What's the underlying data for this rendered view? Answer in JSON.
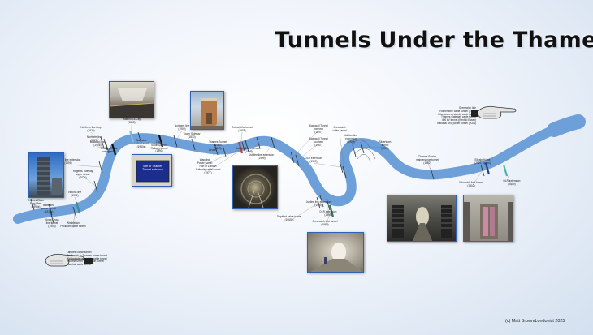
{
  "title": "Tunnels Under the Thames",
  "credit": "(c) Matt Brown/Londonist 2025",
  "colors": {
    "river": "#6d9fd9",
    "riverEdge": "#5a8fcc",
    "photoBorder": "#2f63b2",
    "title": "#111111"
  },
  "notes": {
    "right": "Greenwich line\nRotherhithe cable tunnel (1926)\nSilvertown electricity cable tunnel\nThames Gateway cable tunnel\n400 kV tunnel (Kent to Essex)\nNational Grid power tunnel (2024)",
    "left": "Lambeth cable tunnel\nSouthwark to Thames power tunnel\nWestminster electricity cable tunnel\nHammersmith water main tunnel\nVauxhall cable tunnel"
  },
  "tunnels": [
    {
      "name": "Thames Water\nRing Main",
      "year": "(1990s)"
    },
    {
      "name": "Battersea\npower tunnel",
      "year": "(1930s)"
    },
    {
      "name": "Kings Cross\nline tunnel",
      "year": "(1903)"
    },
    {
      "name": "Wimbledon\nPeckham cable tunnel",
      "year": ""
    },
    {
      "name": "Victoria line",
      "year": "(1971)"
    },
    {
      "name": "Regents Tideway\nsuper sewer",
      "year": "(2024)"
    },
    {
      "name": "Jubilee line extension",
      "year": "(1999)"
    },
    {
      "name": "Northern line loop",
      "year": "(1926)"
    },
    {
      "name": "Northern line",
      "year": "(1926)"
    },
    {
      "name": "Bakerloo line",
      "year": "(1906)"
    },
    {
      "name": "Charing Cross\ncable tunnel",
      "year": ""
    },
    {
      "name": "Waterloo & City",
      "year": "(1898)"
    },
    {
      "name": "Bankside\ncable tunnel",
      "year": "(1960s)"
    },
    {
      "name": "City &\nSouth London\nRailway tunnel",
      "year": "(1890)"
    },
    {
      "name": "Northern line",
      "year": "(1900)"
    },
    {
      "name": "Tower Subway",
      "year": "(1870)"
    },
    {
      "name": "Thames Tunnel\nBrunel",
      "year": "(1843)"
    },
    {
      "name": "Rotherhithe tunnel",
      "year": "(1908)"
    },
    {
      "name": "Brunel",
      "year": ""
    },
    {
      "name": "Jubilee line extension",
      "year": "(1999)"
    },
    {
      "name": "Wapping\nPower tunnel",
      "year": ""
    },
    {
      "name": "Port of London\nAuthority cable tunnel",
      "year": "(1977)"
    },
    {
      "name": "Jubilee line extension",
      "year": "(1999)"
    },
    {
      "name": "Blackwall Tunnel\nnorthern",
      "year": "(1897)"
    },
    {
      "name": "Blackwall Tunnel\nsouthern",
      "year": "(1967)"
    },
    {
      "name": "Greenwich\ncable tunnel",
      "year": ""
    },
    {
      "name": "DLR extension",
      "year": "(1999)"
    },
    {
      "name": "Jubilee line extension",
      "year": "(1999)"
    },
    {
      "name": "Deptford cable tunnel",
      "year": "(1960s)"
    },
    {
      "name": "DLR extension",
      "year": "(1999)"
    },
    {
      "name": "Greenwich foot tunnel",
      "year": "(1902)"
    },
    {
      "name": "Jubilee line\nextension",
      "year": "(1999)"
    },
    {
      "name": "Silvertown\ntunnel",
      "year": "(2025)"
    },
    {
      "name": "Thames Barrier\nmaintenance tunnel",
      "year": "(1982)"
    },
    {
      "name": "Elizabeth line",
      "year": "(2022, opens)"
    },
    {
      "name": "Woolwich foot tunnel",
      "year": "(1912)"
    },
    {
      "name": "DLR extension",
      "year": "(2009)"
    }
  ],
  "photos": [
    {
      "name": "roundhouse",
      "alt": "brick rotunda"
    },
    {
      "name": "platform",
      "alt": "underground platform"
    },
    {
      "name": "tower-block",
      "alt": "tall building"
    },
    {
      "name": "sign",
      "alt": "blue plaque",
      "text": "Site of Thames Tunnel entrance"
    },
    {
      "name": "tunnel-interior",
      "alt": "railway tunnel"
    },
    {
      "name": "foot-tunnel",
      "alt": "foot tunnel"
    },
    {
      "name": "cable-tunnel",
      "alt": "cable tunnel"
    },
    {
      "name": "lift-tunnel",
      "alt": "utility tunnel"
    }
  ]
}
